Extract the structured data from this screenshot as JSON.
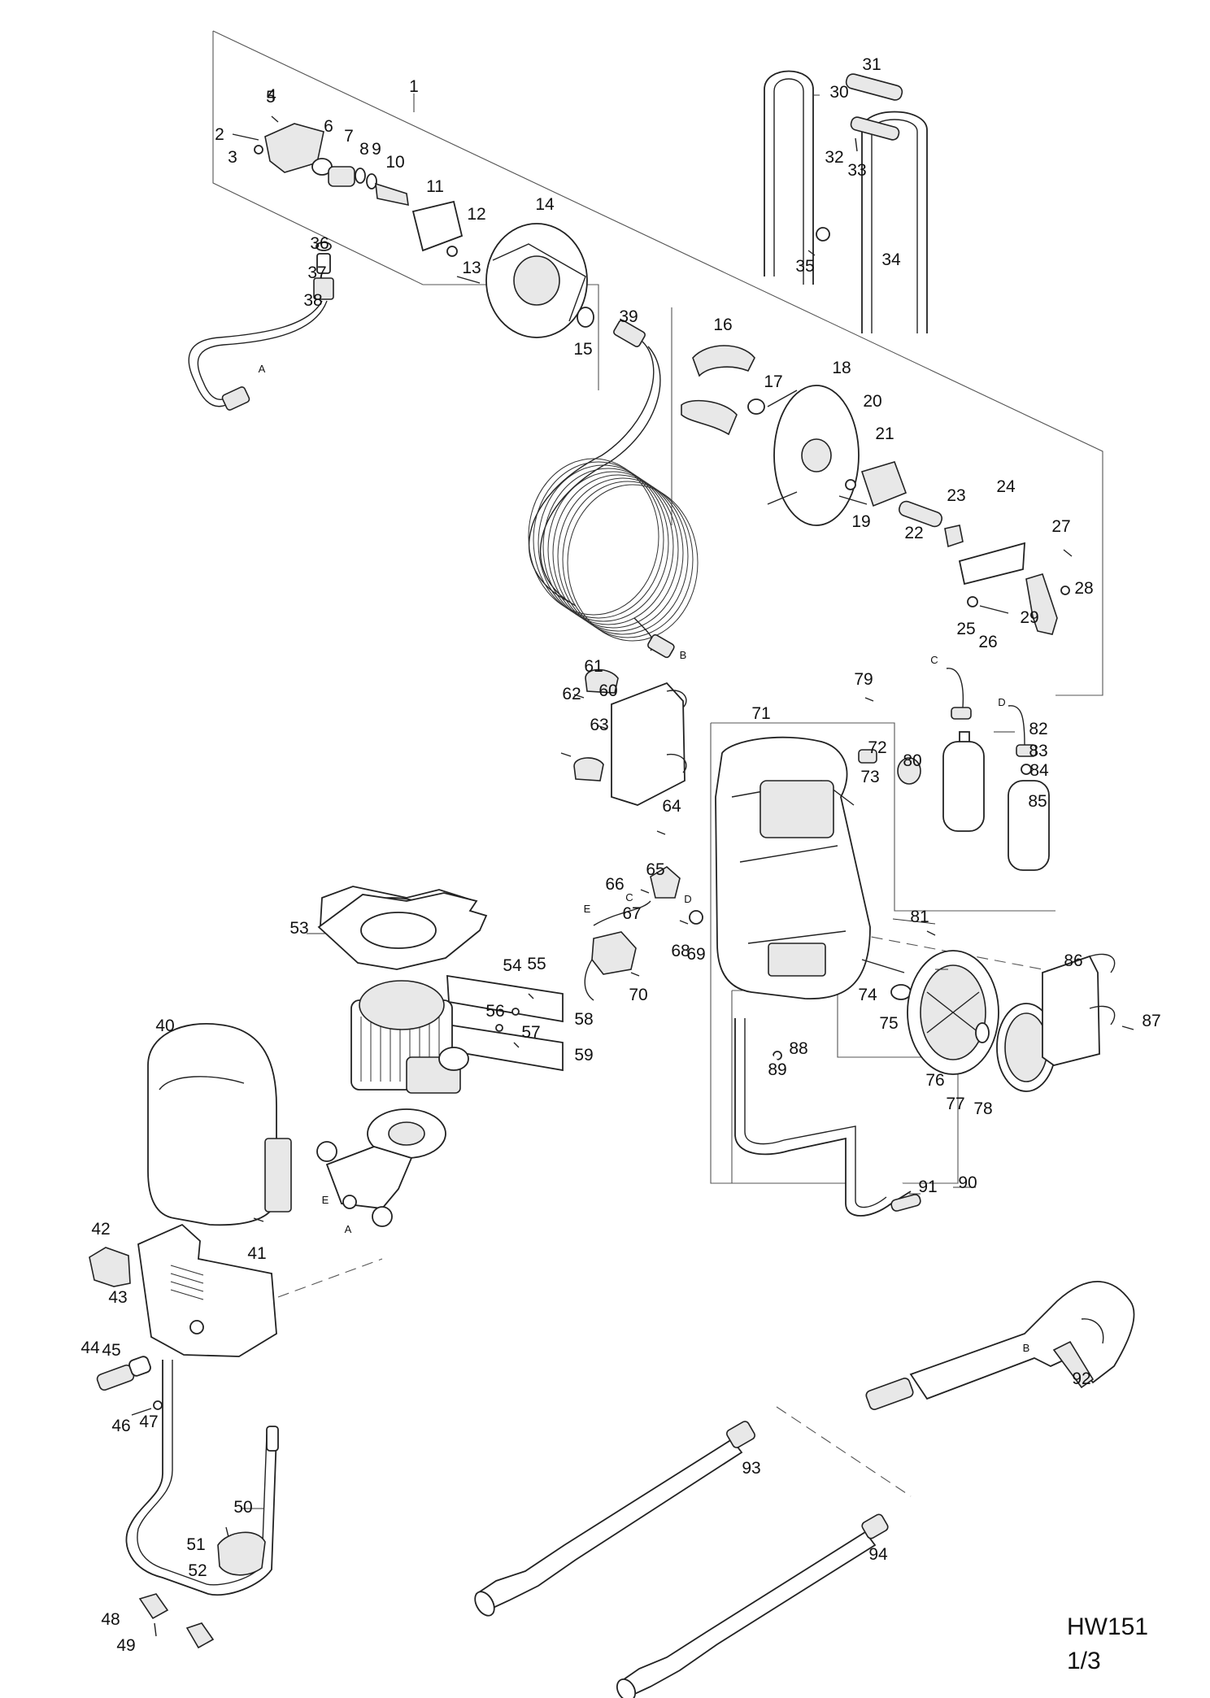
{
  "diagram": {
    "model": "HW151",
    "page": "1/3",
    "part_numbers": [
      "1",
      "2",
      "3",
      "4",
      "5",
      "6",
      "7",
      "8",
      "9",
      "10",
      "11",
      "12",
      "13",
      "14",
      "15",
      "16",
      "17",
      "18",
      "19",
      "20",
      "21",
      "22",
      "23",
      "24",
      "25",
      "26",
      "27",
      "28",
      "29",
      "30",
      "31",
      "32",
      "33",
      "34",
      "35",
      "36",
      "37",
      "38",
      "39",
      "40",
      "41",
      "42",
      "43",
      "44",
      "45",
      "46",
      "47",
      "48",
      "49",
      "50",
      "51",
      "52",
      "53",
      "54",
      "55",
      "56",
      "57",
      "58",
      "59",
      "60",
      "61",
      "62",
      "63",
      "64",
      "65",
      "66",
      "67",
      "68",
      "69",
      "70",
      "71",
      "72",
      "73",
      "74",
      "75",
      "76",
      "77",
      "78",
      "79",
      "80",
      "81",
      "82",
      "83",
      "84",
      "85",
      "86",
      "87",
      "88",
      "89",
      "90",
      "91",
      "92",
      "93",
      "94"
    ],
    "connection_letters": [
      "A",
      "A",
      "B",
      "B",
      "C",
      "C",
      "D",
      "D",
      "E",
      "E"
    ]
  }
}
